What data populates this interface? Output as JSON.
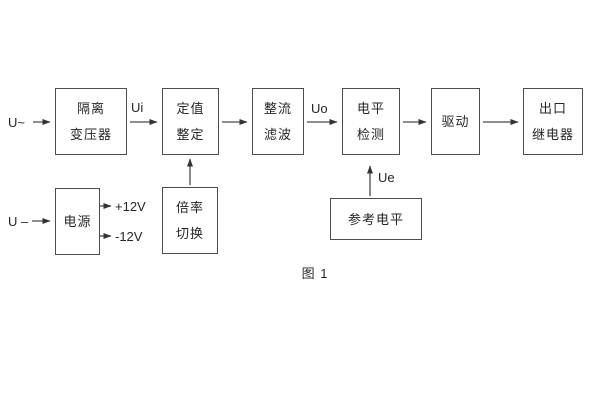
{
  "figure": {
    "caption": "图 1",
    "colors": {
      "line": "#4a4a4a",
      "text": "#262626",
      "background": "#ffffff"
    },
    "blocks": [
      {
        "id": "isolation-transformer",
        "lines": [
          "隔离",
          "变压器"
        ]
      },
      {
        "id": "setting-adjust",
        "lines": [
          "定值",
          "整定"
        ]
      },
      {
        "id": "rectify-filter",
        "lines": [
          "整流",
          "滤波"
        ]
      },
      {
        "id": "level-detect",
        "lines": [
          "电平",
          "检测"
        ]
      },
      {
        "id": "drive",
        "lines": [
          "驱动"
        ]
      },
      {
        "id": "output-relay",
        "lines": [
          "出口",
          "继电器"
        ]
      },
      {
        "id": "power-supply",
        "lines": [
          "电源"
        ]
      },
      {
        "id": "ratio-switch",
        "lines": [
          "倍率",
          "切换"
        ]
      },
      {
        "id": "reference-level",
        "lines": [
          "参考电平"
        ]
      }
    ],
    "labels": {
      "ac_input": "U~",
      "dc_input": "U –",
      "ui": "Ui",
      "uo": "Uo",
      "ue": "Ue",
      "plus_12v": "+12V",
      "minus_12v": "-12V"
    }
  }
}
